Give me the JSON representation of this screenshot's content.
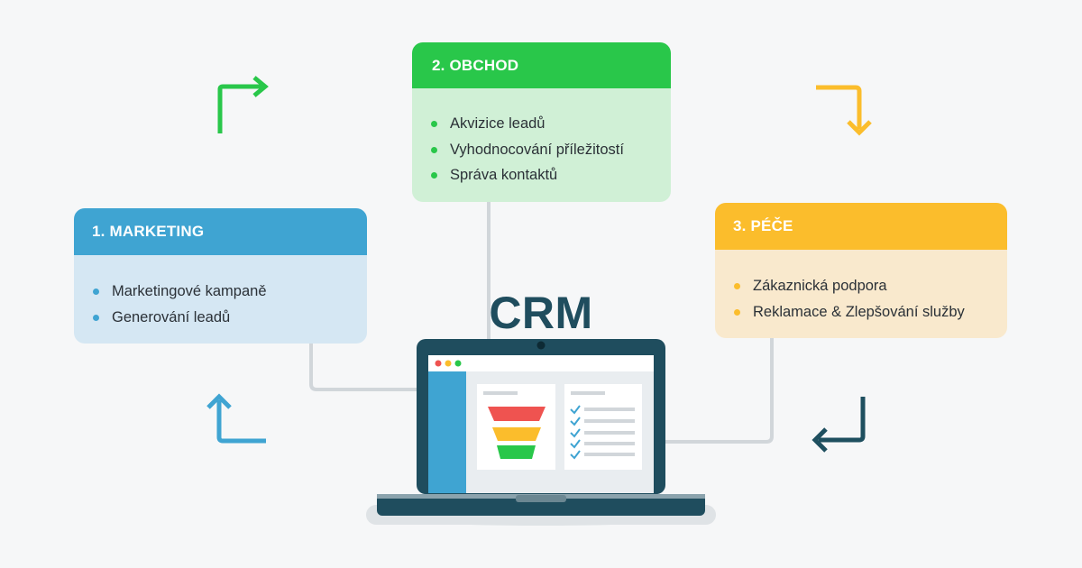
{
  "cards": {
    "marketing": {
      "title": "1. MARKETING",
      "items": [
        "Marketingové kampaně",
        "Generování leadů"
      ],
      "color": "#3fa4d2"
    },
    "obchod": {
      "title": "2. OBCHOD",
      "items": [
        "Akvizice leadů",
        "Vyhodnocování příležitostí",
        "Správa kontaktů"
      ],
      "color": "#29c74a"
    },
    "pece": {
      "title": "3. PÉČE",
      "items": [
        "Zákaznická podpora",
        "Reklamace & Zlepšování služby"
      ],
      "color": "#fbbd2c"
    }
  },
  "center": {
    "title": "CRM",
    "color": "#1f4d5e"
  },
  "icons": {
    "arrow_marketing_to_obchod": "arrow-up-right-icon",
    "arrow_obchod_to_pece": "arrow-right-down-icon",
    "arrow_pece_to_crm": "arrow-down-left-icon",
    "arrow_crm_to_marketing": "arrow-up-left-icon",
    "laptop": "laptop-icon",
    "funnel": "funnel-icon",
    "checklist": "checklist-icon"
  }
}
